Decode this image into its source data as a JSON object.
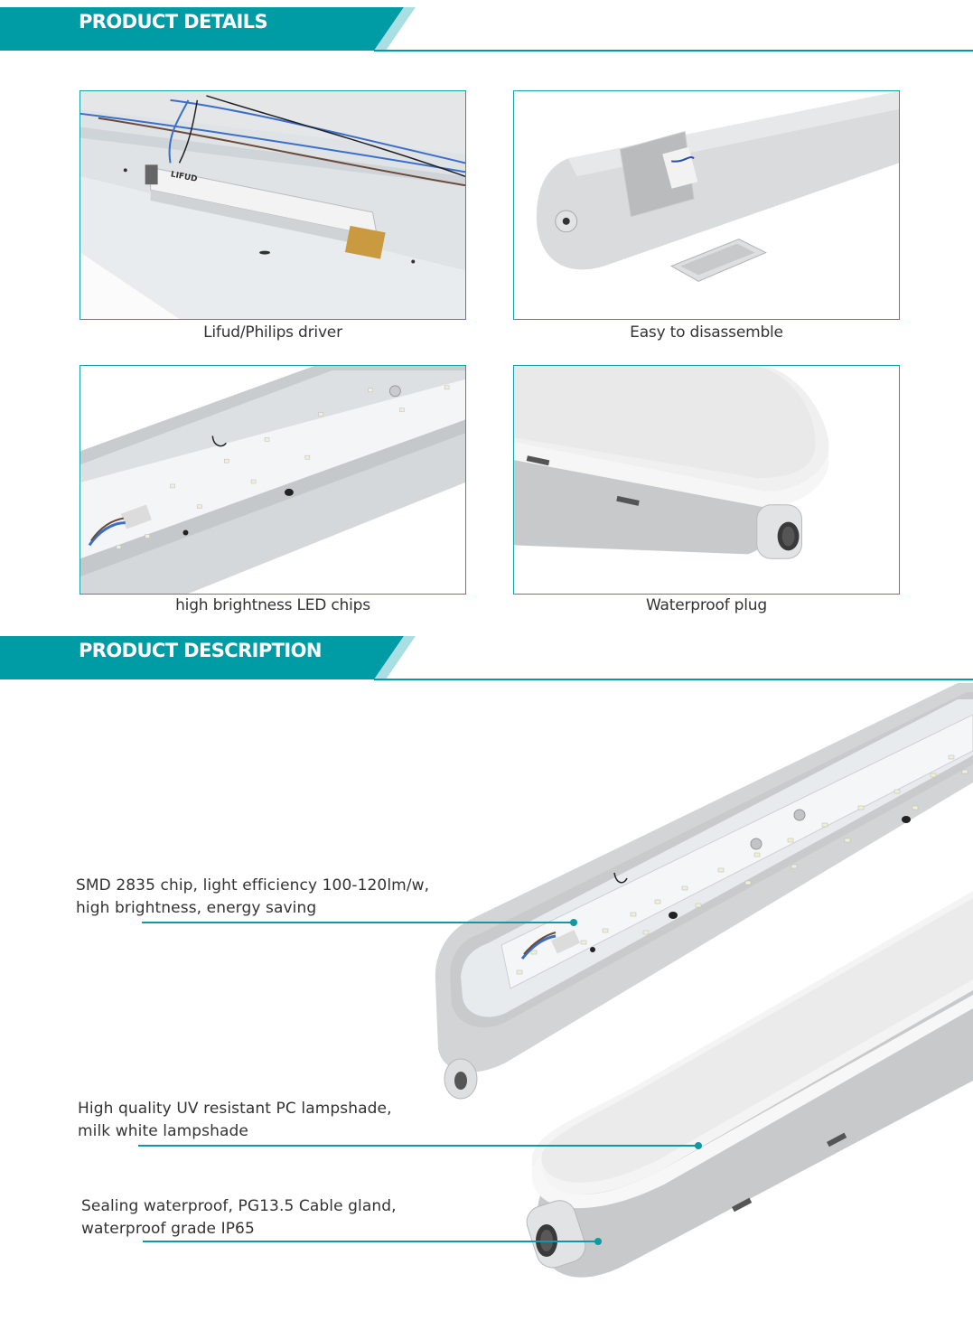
{
  "colors": {
    "accent": "#009ca6",
    "accent_light": "#a9dfe2",
    "card_border": "#14a0a8",
    "text": "#333333"
  },
  "sections": {
    "details": {
      "title": "PRODUCT DETAILS",
      "cards": [
        {
          "caption": "Lifud/Philips driver",
          "image": "led-driver-photo"
        },
        {
          "caption": "Easy to disassemble",
          "image": "junction-box-photo"
        },
        {
          "caption": "high brightness LED chips",
          "image": "led-chips-photo"
        },
        {
          "caption": "Waterproof plug",
          "image": "waterproof-plug-photo"
        }
      ]
    },
    "description": {
      "title": "PRODUCT DESCRIPTION",
      "callouts": [
        {
          "line1": "SMD 2835 chip, light efficiency 100-120lm/w,",
          "line2": "high brightness, energy saving"
        },
        {
          "line1": "High quality UV resistant PC lampshade,",
          "line2": "milk white lampshade"
        },
        {
          "line1": "Sealing waterproof, PG13.5 Cable gland,",
          "line2": "waterproof grade IP65"
        }
      ]
    }
  }
}
